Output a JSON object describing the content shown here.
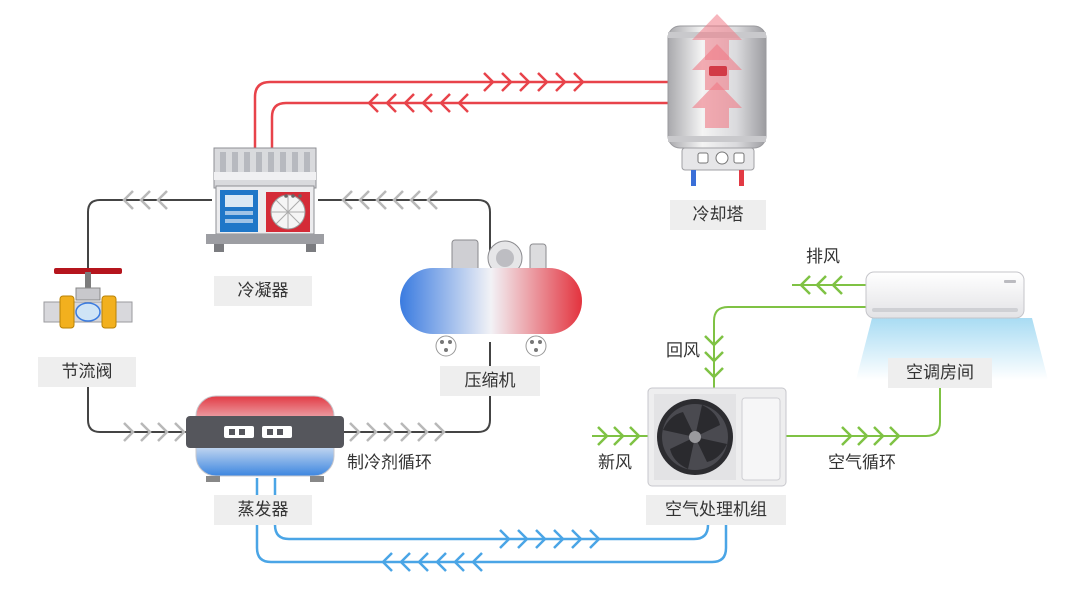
{
  "labels": {
    "cooling_tower": "冷却塔",
    "condenser": "冷凝器",
    "throttle_valve": "节流阀",
    "compressor": "压缩机",
    "evaporator": "蒸发器",
    "refrigerant_cycle": "制冷剂循环",
    "exhaust_air": "排风",
    "return_air": "回风",
    "fresh_air": "新风",
    "ac_room": "空调房间",
    "air_handling_unit": "空气处理机组",
    "air_circulation": "空气循环"
  },
  "colors": {
    "refrigerant_loop": "#444444",
    "cooling_water": "#e8434a",
    "chilled_water": "#4aa5e6",
    "air_loop": "#7fc244",
    "label_bg": "#eeeeee"
  }
}
